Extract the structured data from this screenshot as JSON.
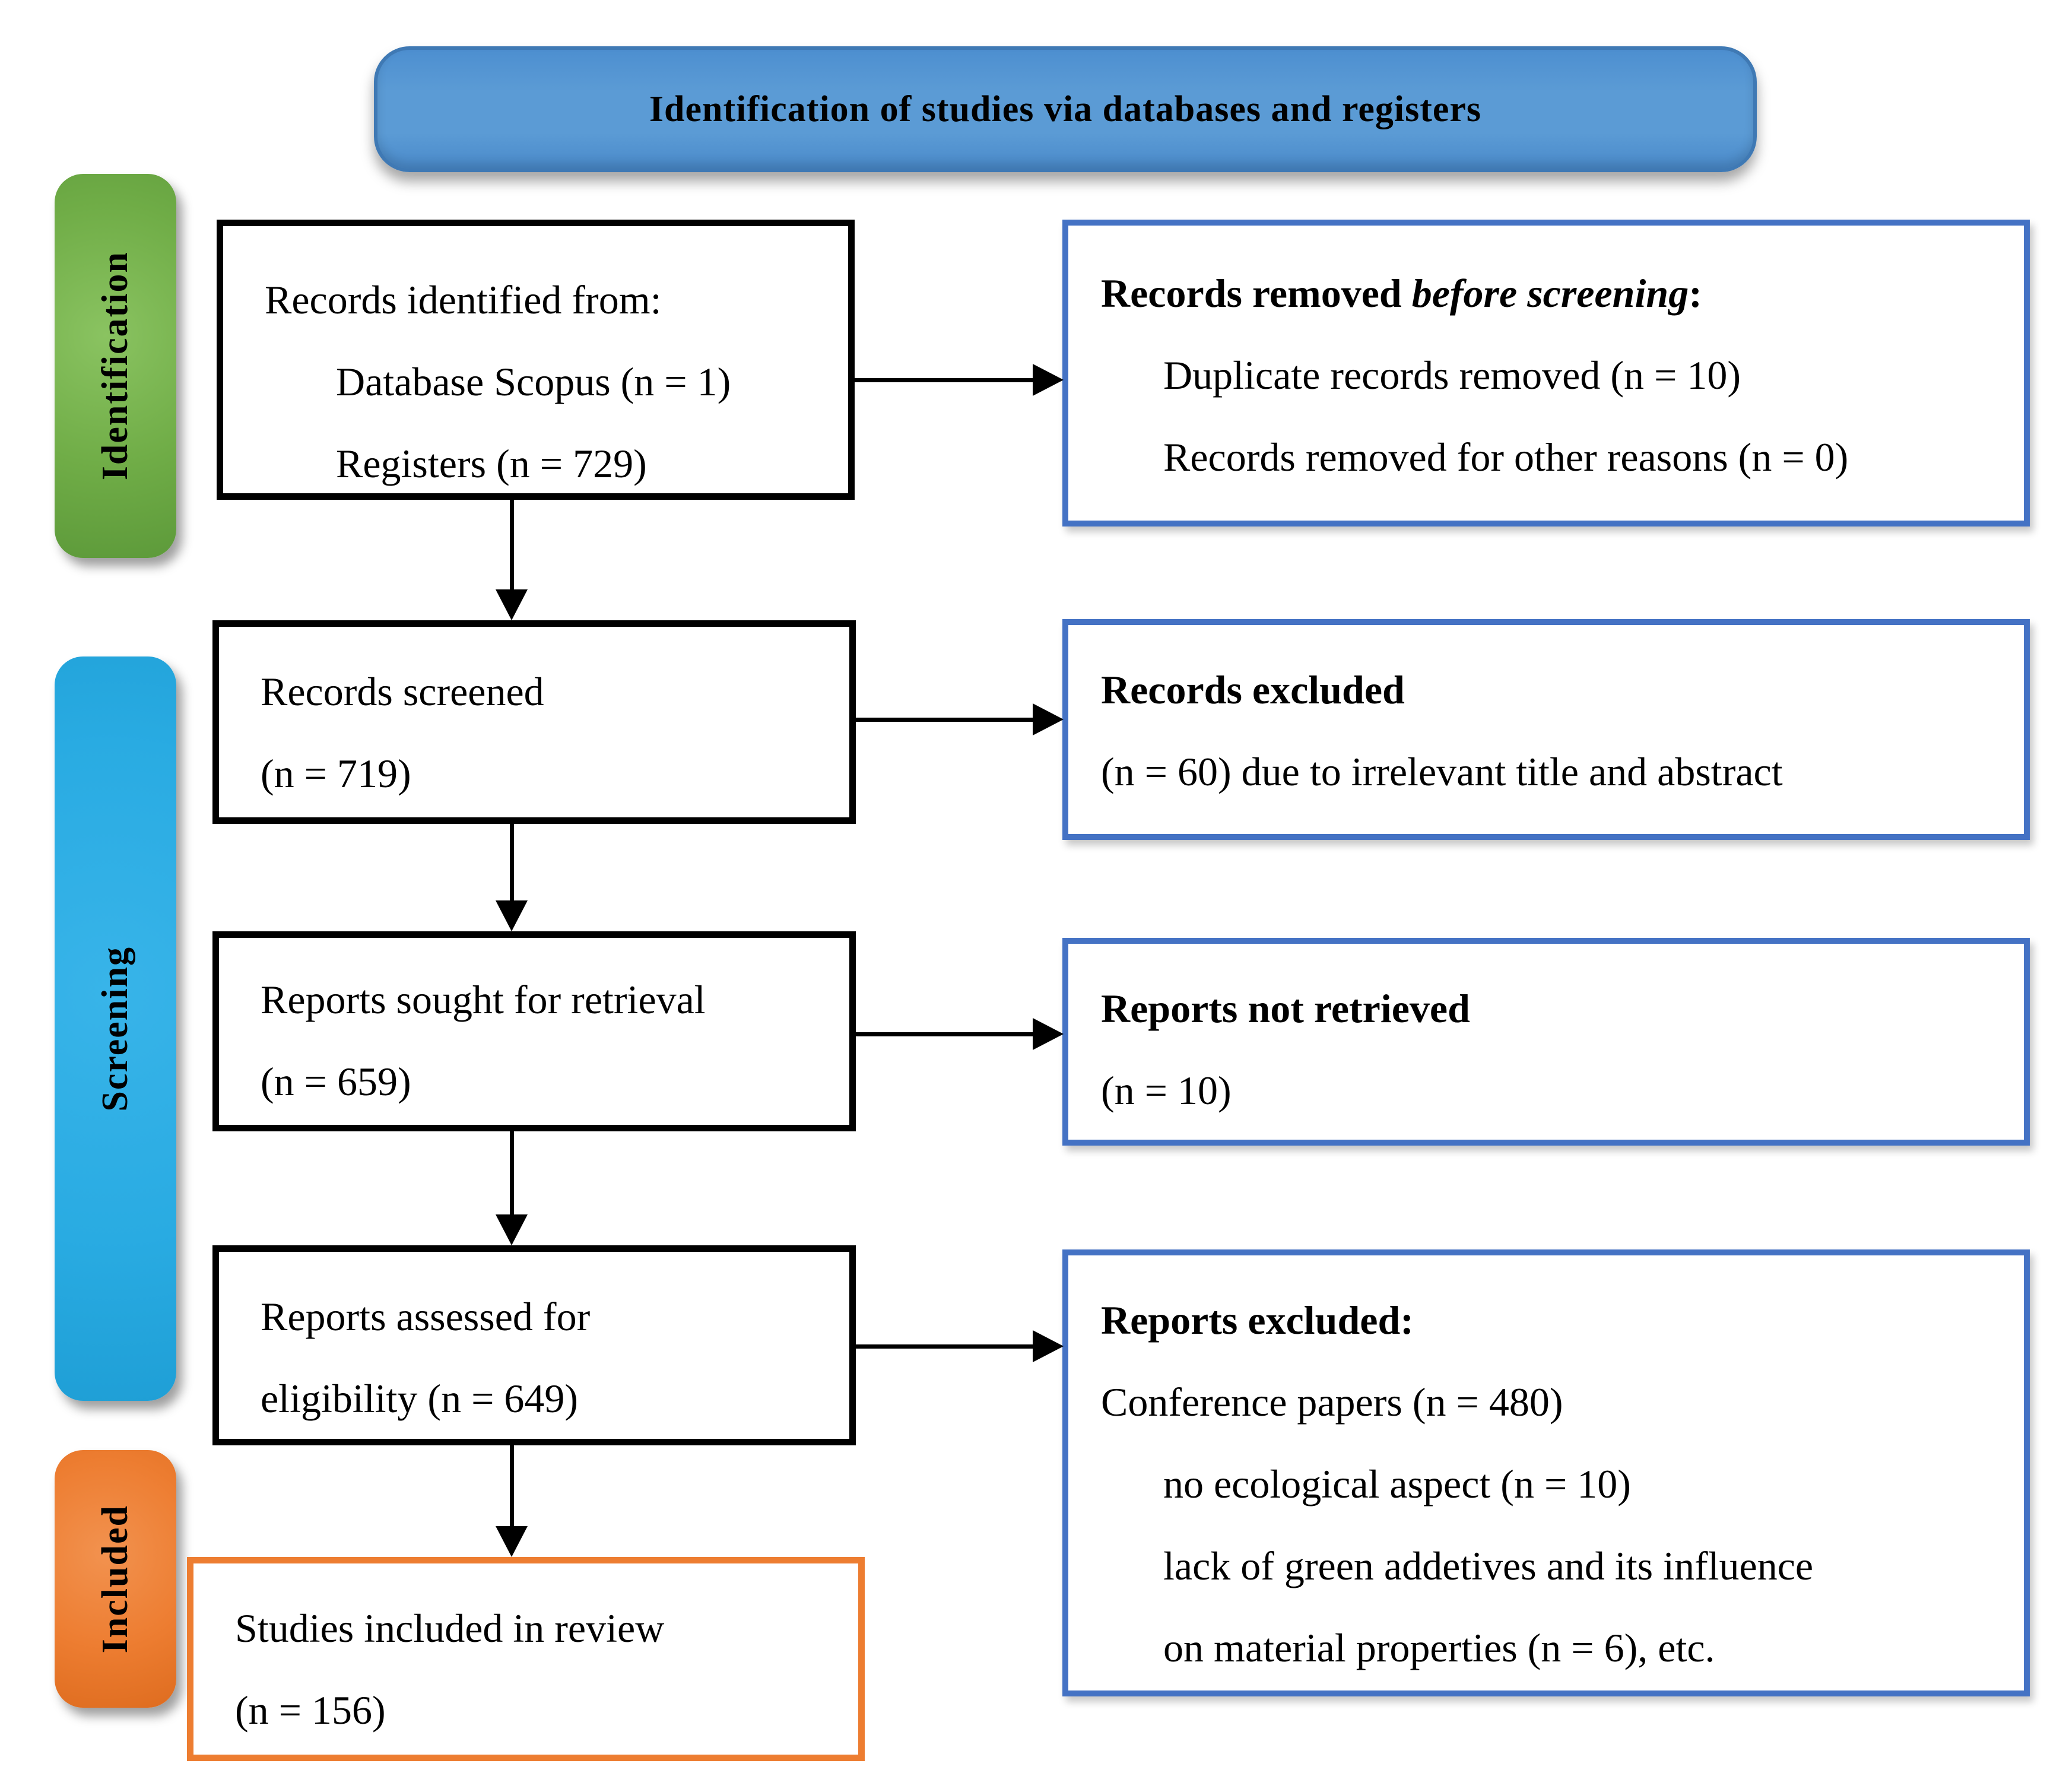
{
  "banner": {
    "title": "Identification of studies via databases and registers"
  },
  "sidebar": {
    "identification_label": "Identification",
    "screening_label": "Screening",
    "included_label": "Included"
  },
  "boxes": {
    "records_identified": {
      "heading": "Records identified from:",
      "item1": "Database Scopus (n = 1)",
      "item2": "Registers (n = 729)"
    },
    "records_removed": {
      "heading_prefix": "Records removed ",
      "heading_emphasis": "before screening",
      "heading_suffix": ":",
      "item1": "Duplicate records removed (n = 10)",
      "item2": "Records removed for other reasons (n = 0)"
    },
    "records_screened": {
      "line1": "Records screened",
      "line2": "(n = 719)"
    },
    "records_excluded": {
      "line1": "Records excluded",
      "line2": "(n = 60) due to irrelevant title and abstract"
    },
    "reports_sought": {
      "line1": "Reports sought for retrieval",
      "line2": "(n = 659)"
    },
    "reports_not_retrieved": {
      "line1": "Reports not retrieved",
      "line2": "(n = 10)"
    },
    "reports_assessed": {
      "line1": "Reports assessed for",
      "line2": "eligibility (n = 649)"
    },
    "reports_excluded": {
      "heading": "Reports excluded:",
      "item1": "Conference papers (n = 480)",
      "item2": "no ecological aspect (n = 10)",
      "item3": "lack of green addetives and its influence",
      "item4": "on material properties (n = 6), etc."
    },
    "studies_included": {
      "line1": "Studies included in review",
      "line2": "(n = 156)"
    }
  },
  "colors": {
    "banner_blue": "#5B9BD5",
    "identification_green": "#70AD47",
    "screening_blue": "#29ABE2",
    "included_orange": "#ED7D31",
    "right_box_border_blue": "#4472C4",
    "left_box_border_black": "#000000"
  }
}
